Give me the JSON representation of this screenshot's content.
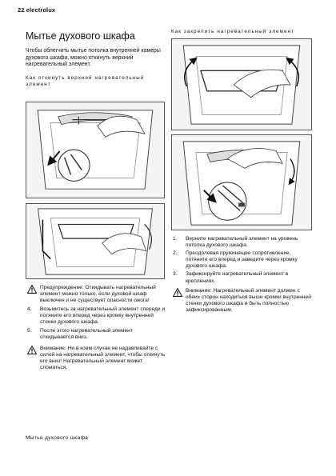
{
  "header": {
    "page_label": "22 electrolux"
  },
  "left": {
    "title": "Мытье духового шкафа",
    "intro": "Чтобы облегчить мытье потолка внутренней камеры духового шкафа, можно откинуть верхний нагревательный элемент.",
    "section_label": "Как откинуть верхний нагревательный элемент",
    "warning": "Предупреждение: Откидывать нагревательный элемент можно только, если духовой шкаф выключен и не существует опасности ожога!",
    "steps": [
      {
        "num": "4.",
        "text": "Возьмитесь за нагревательный элемент спереди и потяните его вперед через кромку внутренней стенки духового шкафа."
      },
      {
        "num": "5.",
        "text": "После этого нагревательный элемент откидывается вниз."
      }
    ],
    "caution": "Внимание: Ни в коем случае не надавливайте с силой на нагревательный элемент, чтобы откинуть его вниз! Нагревательный элемент может сломаться.",
    "footer_label": "Мытье духового шкафа"
  },
  "right": {
    "section_label": "Как закрепить нагревательный элемент",
    "steps": [
      {
        "num": "1.",
        "text": "Верните нагревательный элемент на уровень потолка духового шкафа."
      },
      {
        "num": "2.",
        "text": "Преодолевая пружинящее сопротивление, потяните его вперед и заведите через кромку духового шкафа."
      },
      {
        "num": "3.",
        "text": "Зафиксируйте нагревательный элемент в креплениях."
      }
    ],
    "caution": "Внимание: Нагревательный элемент должен с обеих сторон находиться выше кромки внутренней стенки духового шкафа и быть полностью зафиксированным."
  }
}
